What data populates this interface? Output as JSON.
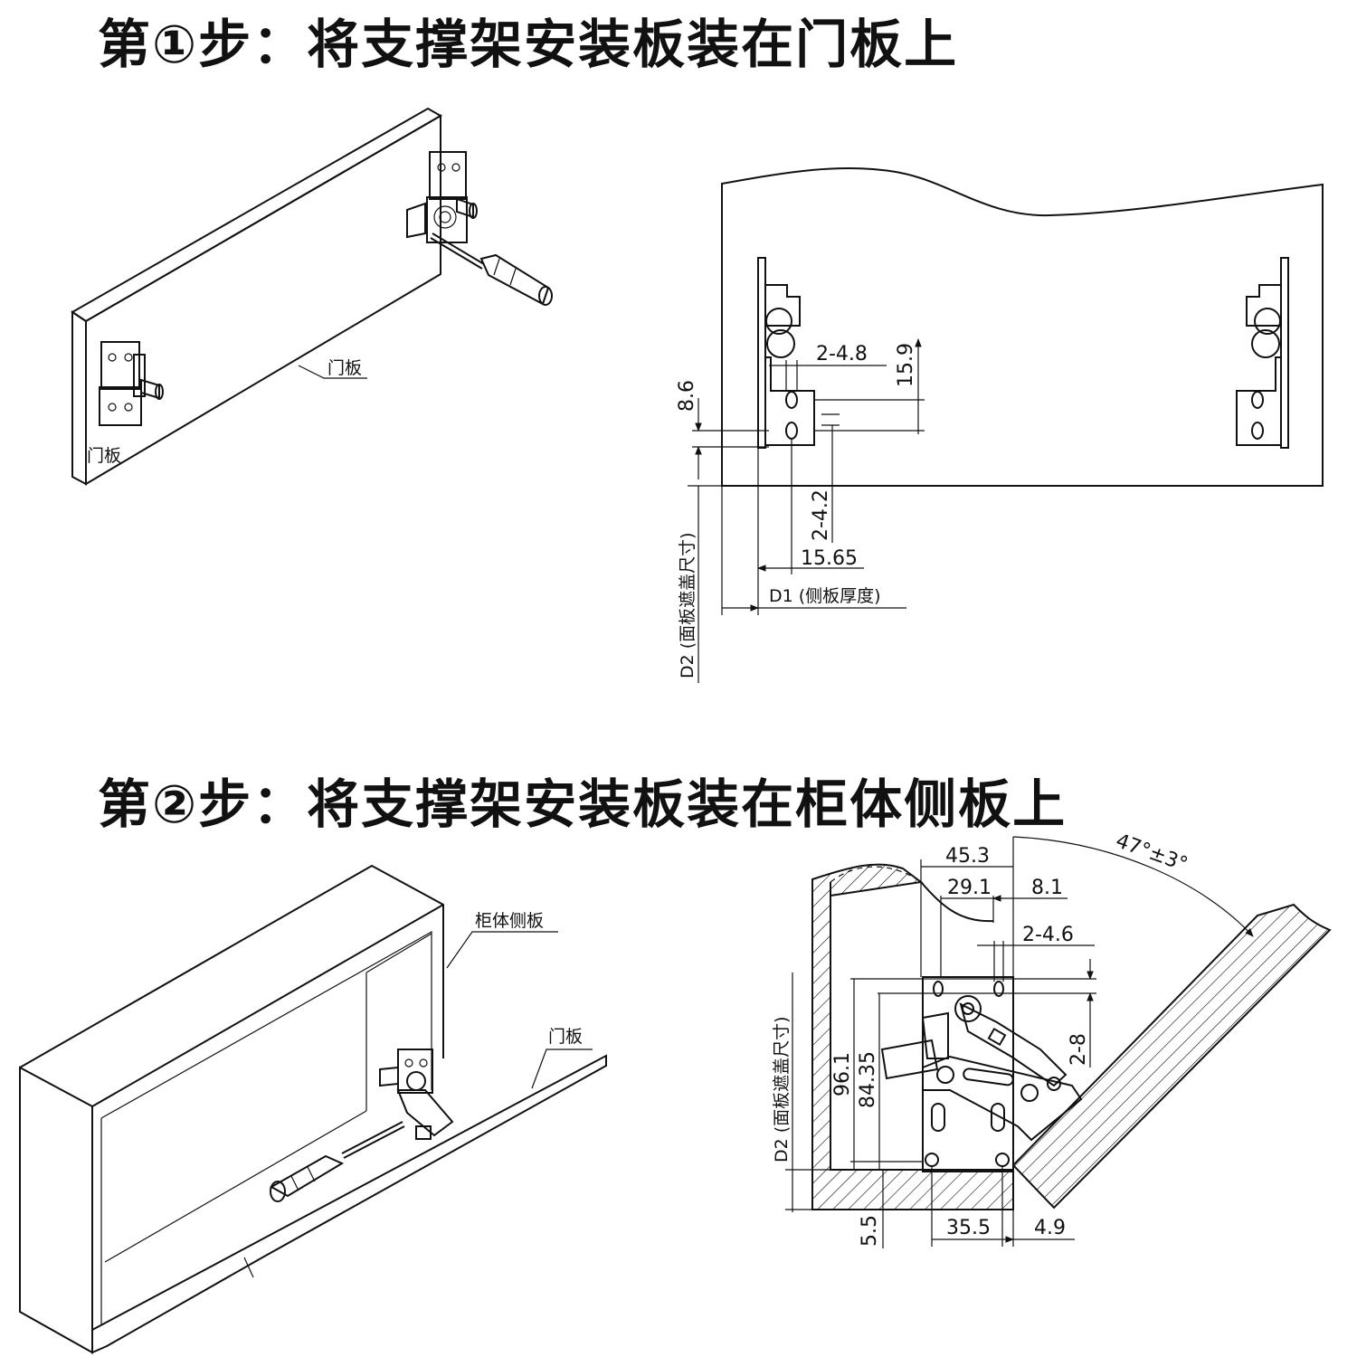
{
  "step1": {
    "title": "第①步：将支撑架安装板装在门板上",
    "iso_labels": {
      "door_panel_a": "门板",
      "door_panel_b": "门板"
    },
    "dims": {
      "hole_size_top": "2-4.8",
      "height_15_9": "15.9",
      "offset_8_6": "8.6",
      "hole_size_side": "2-4.2",
      "width_15_65": "15.65",
      "d1": "D1 (侧板厚度)",
      "d2": "D2 (面板遮盖尺寸)"
    }
  },
  "step2": {
    "title": "第②步：将支撑架安装板装在柜体侧板上",
    "iso_labels": {
      "cabinet_side": "柜体侧板",
      "door_panel": "门板"
    },
    "dims": {
      "width_45_3": "45.3",
      "width_29_1": "29.1",
      "width_8_1": "8.1",
      "hole_2_4_6": "2-4.6",
      "angle": "47°±3°",
      "height_2_8": "2-8",
      "height_96_1": "96.1",
      "height_84_35": "84.35",
      "d2": "D2 (面板遮盖尺寸)",
      "offset_5_5": "5.5",
      "width_35_5": "35.5",
      "width_4_9": "4.9"
    }
  }
}
